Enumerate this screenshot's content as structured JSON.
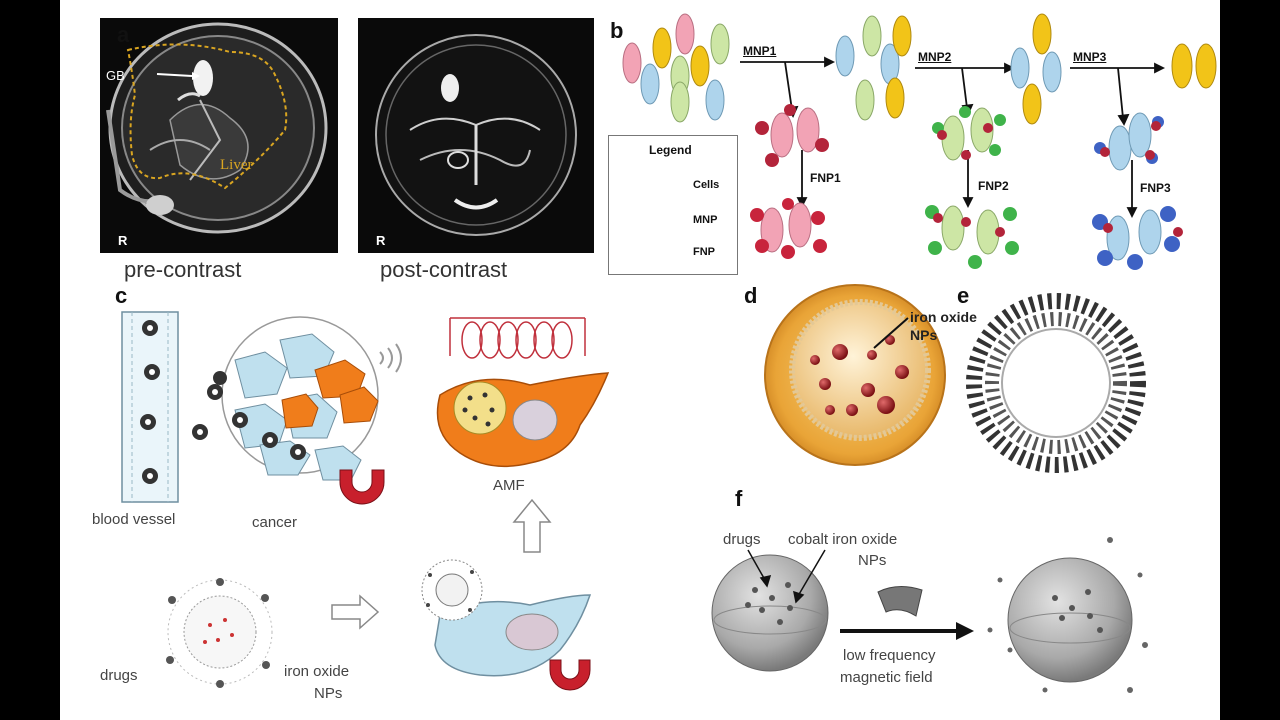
{
  "panels": {
    "a": {
      "letter": "a",
      "gb_label": "GB",
      "liver_label": "Liver",
      "r_marker": "R",
      "pre_caption": "pre-contrast",
      "post_caption": "post-contrast"
    },
    "b": {
      "letter": "b",
      "mnp1": "MNP1",
      "mnp2": "MNP2",
      "mnp3": "MNP3",
      "fnp1": "FNP1",
      "fnp2": "FNP2",
      "fnp3": "FNP3",
      "legend": {
        "title": "Legend",
        "cells": "Cells",
        "mnp": "MNP",
        "fnp": "FNP"
      }
    },
    "c": {
      "letter": "c",
      "blood_vessel": "blood vessel",
      "cancer": "cancer",
      "amf": "AMF",
      "drugs": "drugs",
      "iron_oxide_line1": "iron oxide",
      "iron_oxide_line2": "NPs"
    },
    "d": {
      "letter": "d",
      "iron_oxide_line1": "iron oxide",
      "iron_oxide_line2": "NPs"
    },
    "e": {
      "letter": "e"
    },
    "f": {
      "letter": "f",
      "drugs": "drugs",
      "cobalt_line1": "cobalt iron oxide",
      "cobalt_line2": "NPs",
      "field_line1": "low frequency",
      "field_line2": "magnetic field"
    }
  },
  "colors": {
    "mri_bg": "#0a0a0a",
    "liver_outline": "#d9a521",
    "cell_pink": "#f2a3b5",
    "cell_yellow": "#f2c418",
    "cell_green": "#cde6a5",
    "cell_blue": "#aed4ec",
    "mnp_red": "#b3243a",
    "fnp_green": "#3fb34a",
    "fnp_blue": "#3e62c4",
    "cancer_orange": "#f07d1b",
    "cell_lightblue": "#bfe0ee",
    "magnet_red": "#c8202c",
    "liposome_gold": "#f0b43c",
    "sphere_gray": "#b5b5b5"
  }
}
